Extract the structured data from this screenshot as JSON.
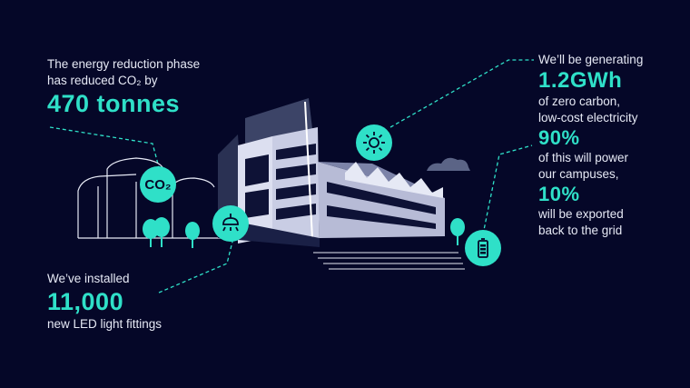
{
  "stats": {
    "co2": {
      "line1": "The energy reduction phase",
      "line2": "has reduced CO₂ by",
      "value": "470 tonnes"
    },
    "led": {
      "intro": "We’ve installed",
      "value": "11,000",
      "caption": "new LED light fittings"
    },
    "solar": {
      "intro": "We’ll be generating",
      "value": "1.2GWh",
      "line2": "of zero carbon,",
      "line3": "low-cost electricity",
      "pct1": "90%",
      "line4": "of this will power",
      "line5": "our campuses,",
      "pct2": "10%",
      "line6": "will be exported",
      "line7": "back to the grid"
    }
  },
  "icons": {
    "co2_label": "CO₂",
    "names": [
      "co2-icon",
      "sun-icon",
      "ceiling-lamp-icon",
      "battery-icon"
    ]
  },
  "colors": {
    "background": "#050728",
    "accent": "#2fe0c8",
    "text": "#ffffff"
  }
}
